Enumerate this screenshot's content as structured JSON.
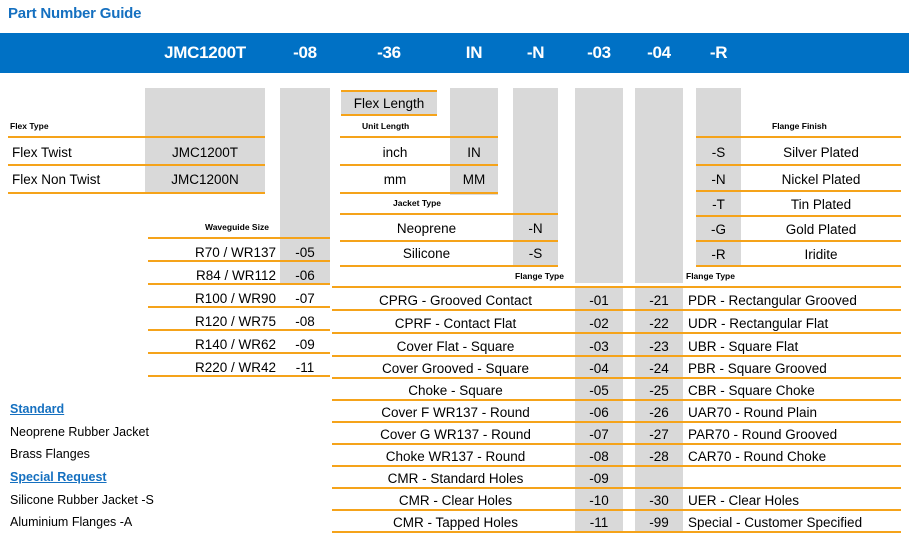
{
  "title": "Part Number Guide",
  "colors": {
    "brand_blue": "#0071c5",
    "title_blue": "#1570c0",
    "rule_orange": "#f5a31a",
    "band_grey": "#d9d9d9"
  },
  "part_number_bar": {
    "segments": [
      {
        "label": "JMC1200T"
      },
      {
        "label": "-08"
      },
      {
        "label": "-36"
      },
      {
        "label": "IN"
      },
      {
        "label": "-N"
      },
      {
        "label": "-03"
      },
      {
        "label": "-04"
      },
      {
        "label": "-R"
      }
    ]
  },
  "sections": {
    "flex_type": {
      "caption": "Flex Type",
      "rows": [
        {
          "name": "Flex Twist",
          "code": "JMC1200T"
        },
        {
          "name": "Flex Non Twist",
          "code": "JMC1200N"
        }
      ]
    },
    "waveguide_size": {
      "caption": "Waveguide Size",
      "rows": [
        {
          "name": "R70 / WR137",
          "code": "-05"
        },
        {
          "name": "R84 / WR112",
          "code": "-06"
        },
        {
          "name": "R100 / WR90",
          "code": "-07"
        },
        {
          "name": "R120 / WR75",
          "code": "-08"
        },
        {
          "name": "R140 / WR62",
          "code": "-09"
        },
        {
          "name": "R220 / WR42",
          "code": "-11"
        }
      ]
    },
    "flex_length": {
      "pill_label": "Flex Length"
    },
    "unit_length": {
      "caption": "Unit Length",
      "rows": [
        {
          "name": "inch",
          "code": "IN"
        },
        {
          "name": "mm",
          "code": "MM"
        }
      ]
    },
    "jacket_type": {
      "caption": "Jacket Type",
      "rows": [
        {
          "name": "Neoprene",
          "code": "-N"
        },
        {
          "name": "Silicone",
          "code": "-S"
        }
      ]
    },
    "flange_finish": {
      "caption": "Flange Finish",
      "rows": [
        {
          "code": "-S",
          "name": "Silver Plated"
        },
        {
          "code": "-N",
          "name": "Nickel Plated"
        },
        {
          "code": "-T",
          "name": "Tin Plated"
        },
        {
          "code": "-G",
          "name": "Gold Plated"
        },
        {
          "code": "-R",
          "name": "Iridite"
        }
      ]
    },
    "flange_type_left": {
      "caption": "Flange Type",
      "rows": [
        {
          "name": "CPRG - Grooved Contact",
          "code": "-01"
        },
        {
          "name": "CPRF - Contact Flat",
          "code": "-02"
        },
        {
          "name": "Cover Flat - Square",
          "code": "-03"
        },
        {
          "name": "Cover Grooved - Square",
          "code": "-04"
        },
        {
          "name": "Choke - Square",
          "code": "-05"
        },
        {
          "name": "Cover F  WR137 - Round",
          "code": "-06"
        },
        {
          "name": "Cover G WR137 -  Round",
          "code": "-07"
        },
        {
          "name": "Choke WR137 - Round",
          "code": "-08"
        },
        {
          "name": "CMR - Standard Holes",
          "code": "-09"
        },
        {
          "name": "CMR - Clear Holes",
          "code": "-10"
        },
        {
          "name": "CMR - Tapped Holes",
          "code": "-11"
        }
      ]
    },
    "flange_type_right": {
      "caption": "Flange Type",
      "rows": [
        {
          "code": "-21",
          "name": "PDR - Rectangular Grooved"
        },
        {
          "code": "-22",
          "name": "UDR - Rectangular Flat"
        },
        {
          "code": "-23",
          "name": "UBR - Square Flat"
        },
        {
          "code": "-24",
          "name": "PBR - Square Grooved"
        },
        {
          "code": "-25",
          "name": "CBR - Square Choke"
        },
        {
          "code": "-26",
          "name": "UAR70 - Round Plain"
        },
        {
          "code": "-27",
          "name": "PAR70 - Round Grooved"
        },
        {
          "code": "-28",
          "name": "CAR70 - Round Choke"
        },
        {
          "code": "",
          "name": ""
        },
        {
          "code": "-30",
          "name": "UER - Clear Holes"
        },
        {
          "code": "-99",
          "name": "Special - Customer Specified"
        }
      ]
    }
  },
  "notes": {
    "standard_heading": "Standard",
    "standard_lines": [
      "Neoprene Rubber Jacket",
      "Brass Flanges"
    ],
    "special_heading": "Special Request",
    "special_lines": [
      "Silicone Rubber  Jacket  -S",
      "Aluminium Flanges  -A"
    ]
  }
}
